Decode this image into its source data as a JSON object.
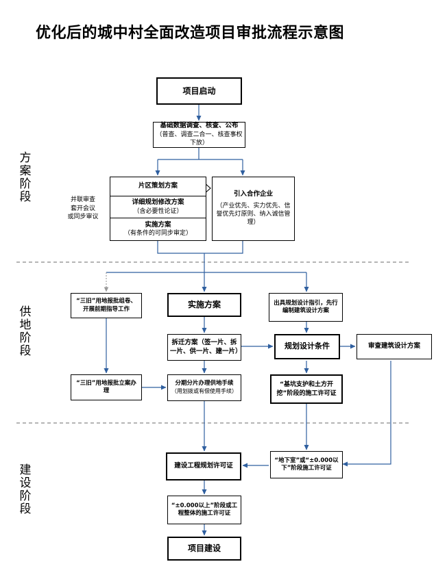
{
  "title": "优化后的城中村全面改造项目审批流程示意图",
  "stages": [
    "方案阶段",
    "供地阶段",
    "建设阶段"
  ],
  "side_note": [
    "并联审查",
    "套开会议",
    "或同步审议"
  ],
  "boxes": {
    "start": "项目启动",
    "survey_main": "基础数据调查、核查、公布",
    "survey_sub": "（普查、调查二合一、核查事权下放）",
    "district_plan": "片区策划方案",
    "detail_plan": "详细规划修改方案",
    "detail_plan_sub": "（含必要性论证）",
    "impl_plan": "实施方案",
    "impl_plan_sub": "（有条件的可同步审定）",
    "partner": "引入合作企业",
    "partner_sub": "（产业优先、实力优先、信誉优先灯原则、纳入诚信管理）",
    "sanjiu_approve": "“三旧”用地报批组卷、开展前期指导工作",
    "impl_plan2": "实施方案",
    "design_guide": "出具规划设计指引，先行编制建筑设计方案",
    "relocation": "拆迁方案（签一片、拆一片、供一片、建一片）",
    "plan_condition": "规划设计条件",
    "review_design": "审查建筑设计方案",
    "sanjiu_file": "“三旧”用地报批立案办理",
    "phased_supply": "分期分片办理供地手续",
    "phased_supply_sub": "（用划拨或有偿使用手续）",
    "foundation_permit": "“基坑支护和土方开挖”阶段的施工许可证",
    "build_plan_permit": "建设工程规划许可证",
    "underground_permit": "“地下室”或“±0.000以下”阶段施工许可证",
    "above_permit": "“±0.000以上”阶段或工程整体的施工许可证",
    "construction": "项目建设"
  }
}
